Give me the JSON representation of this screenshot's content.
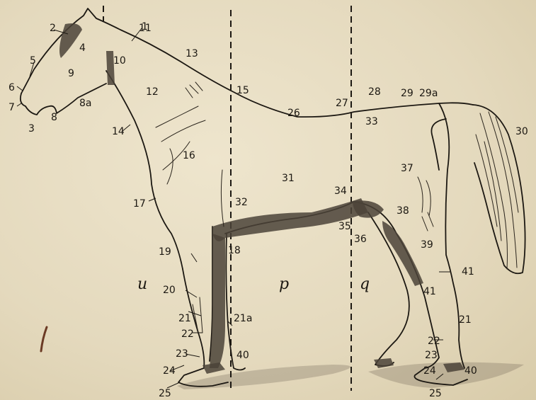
{
  "labels": [
    "1",
    "2",
    "3",
    "4",
    "5",
    "6",
    "7",
    "8",
    "8a",
    "9",
    "10",
    "11",
    "12",
    "13",
    "14",
    "15",
    "16",
    "17",
    "18",
    "19",
    "20",
    "21",
    "21a",
    "22",
    "23",
    "24",
    "25",
    "26",
    "27",
    "28",
    "29",
    "29a",
    "30",
    "31",
    "32",
    "33",
    "34",
    "35",
    "36",
    "37",
    "38",
    "39",
    "40",
    "41"
  ],
  "sections": [
    "u",
    "p",
    "q"
  ],
  "colors": {
    "paper": "#e6dcc1",
    "ink": "#1c1812",
    "shade": "#4b4338"
  }
}
